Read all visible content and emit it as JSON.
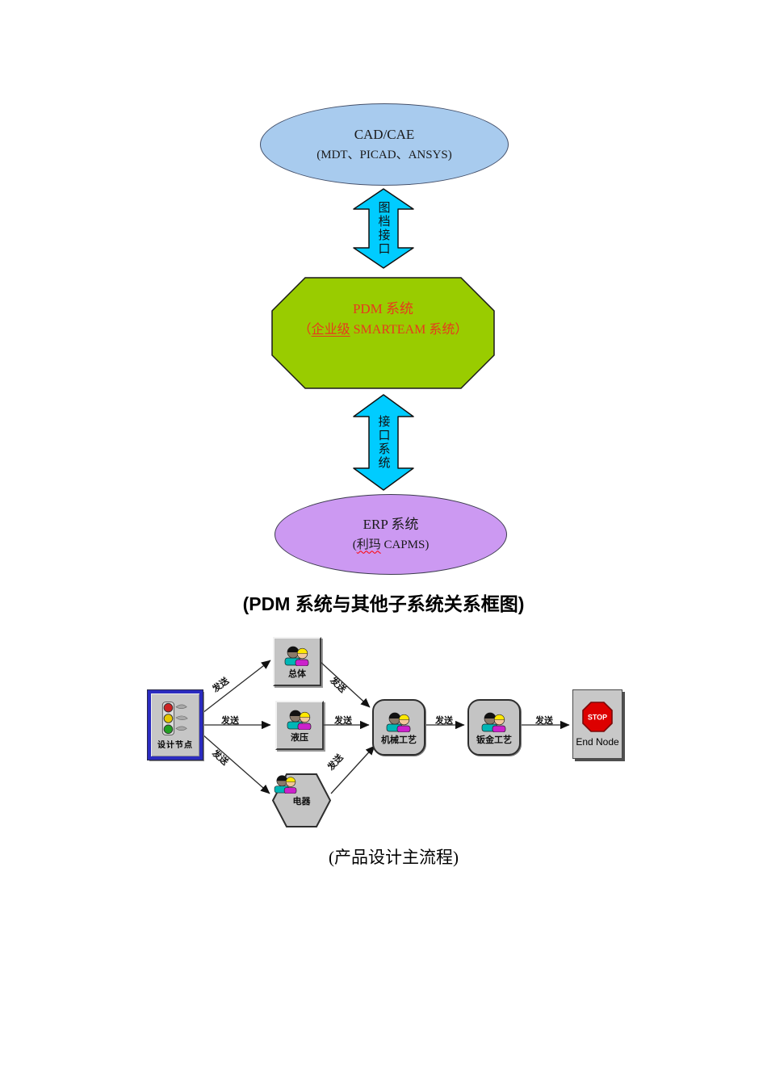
{
  "diagram1": {
    "cad_ellipse": {
      "line1": "CAD/CAE",
      "line2": "(MDT、PICAD、ANSYS)",
      "fill": "#a8cbee"
    },
    "doc_interface_arrow": {
      "label": "图档接口",
      "fill": "#00ccff"
    },
    "pdm_octagon": {
      "line1": "PDM 系统",
      "line2_open": "（",
      "line2_underlined": "企业级",
      "line2_rest": " SMARTEAM 系统）",
      "fill": "#99cc00",
      "text_color": "#e8391d"
    },
    "interface_system_arrow": {
      "label": "接口系统",
      "fill": "#00ccff"
    },
    "erp_ellipse": {
      "line1": "ERP 系统",
      "line2_open": "(",
      "line2_wavy": "利玛",
      "line2_rest": " CAPMS)",
      "fill": "#cc99f2"
    },
    "caption": "(PDM 系统与其他子系统关系框图)"
  },
  "diagram2": {
    "nodes": {
      "start": {
        "label": "设计节点"
      },
      "general": {
        "label": "总体"
      },
      "hydraulic": {
        "label": "液压"
      },
      "electric": {
        "label": "电器"
      },
      "mechanical": {
        "label": "机械工艺"
      },
      "sheetmetal": {
        "label": "钣金工艺"
      },
      "end": {
        "label": "End Node",
        "stop": "STOP",
        "stop_color": "#dd0000"
      }
    },
    "edges": [
      {
        "from": "start",
        "to": "general",
        "label": "发送"
      },
      {
        "from": "start",
        "to": "hydraulic",
        "label": "发送"
      },
      {
        "from": "start",
        "to": "electric",
        "label": "发送"
      },
      {
        "from": "general",
        "to": "mechanical",
        "label": "发送"
      },
      {
        "from": "hydraulic",
        "to": "mechanical",
        "label": "发送"
      },
      {
        "from": "electric",
        "to": "mechanical",
        "label": "发送"
      },
      {
        "from": "mechanical",
        "to": "sheetmetal",
        "label": "发送"
      },
      {
        "from": "sheetmetal",
        "to": "end",
        "label": "发送"
      }
    ],
    "caption": "(产品设计主流程)"
  }
}
